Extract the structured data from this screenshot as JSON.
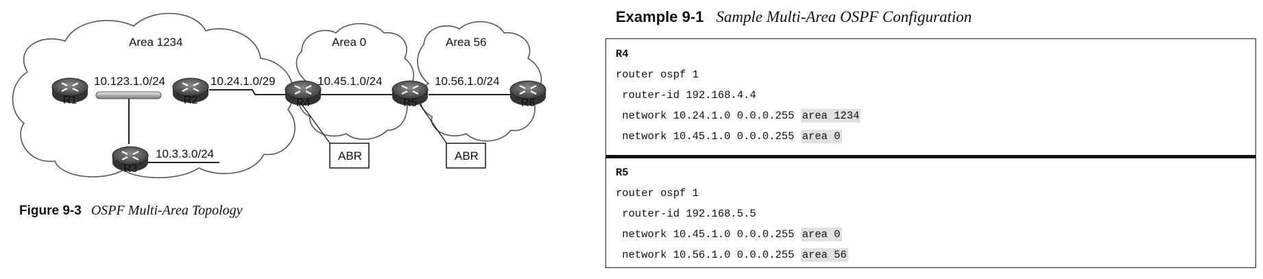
{
  "figure": {
    "caption_number": "Figure 9-3",
    "caption_title": "OSPF Multi-Area Topology",
    "areas": [
      "Area 1234",
      "Area 0",
      "Area 56"
    ],
    "routers": [
      "R1",
      "R2",
      "R3",
      "R4",
      "R5",
      "R6"
    ],
    "subnets": [
      "10.123.1.0/24",
      "10.24.1.0/29",
      "10.45.1.0/24",
      "10.56.1.0/24",
      "10.3.3.0/24"
    ],
    "abr_labels": [
      "ABR",
      "ABR"
    ]
  },
  "example": {
    "caption_number": "Example 9-1",
    "caption_title": "Sample Multi-Area OSPF Configuration",
    "r4": {
      "header": "R4",
      "line1": "router ospf 1",
      "line2": " router-id 192.168.4.4",
      "line3_prefix": " network 10.24.1.0 0.0.0.255 ",
      "line3_hl": "area 1234",
      "line4_prefix": " network 10.45.1.0 0.0.0.255 ",
      "line4_hl": "area 0"
    },
    "r5": {
      "header": "R5",
      "line1": "router ospf 1",
      "line2": " router-id 192.168.5.5",
      "line3_prefix": " network 10.45.1.0 0.0.0.255 ",
      "line3_hl": "area 0",
      "line4_prefix": " network 10.56.1.0 0.0.0.255 ",
      "line4_hl": "area 56"
    }
  }
}
